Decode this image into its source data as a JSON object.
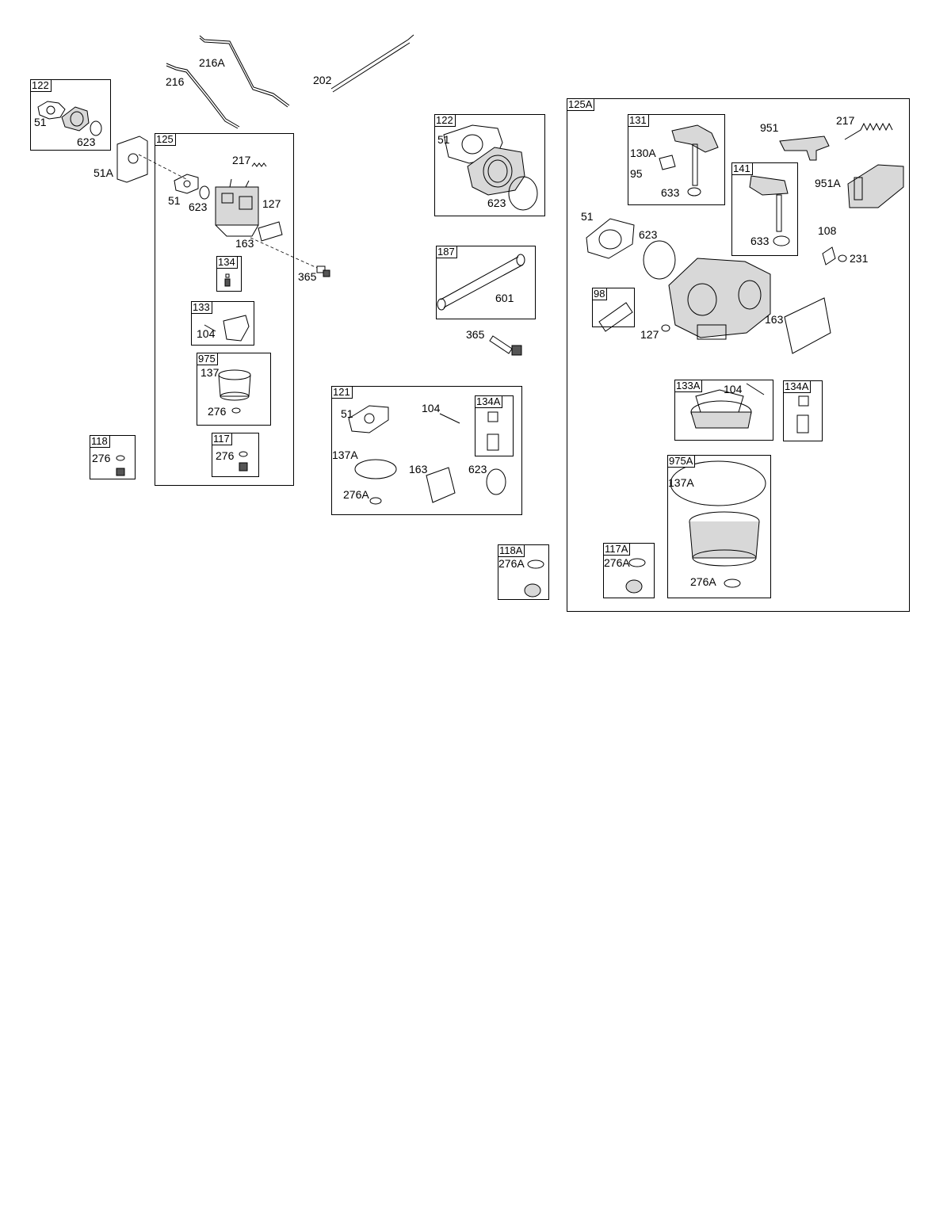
{
  "boxes": {
    "g122_left": "122",
    "g125": "125",
    "g134": "134",
    "g133": "133",
    "g975": "975",
    "g118": "118",
    "g117": "117",
    "g122_mid": "122",
    "g187": "187",
    "g121": "121",
    "g134a_mid": "134A",
    "g118a": "118A",
    "g117a": "117A",
    "g125a": "125A",
    "g131": "131",
    "g141": "141",
    "g98": "98",
    "g133a": "133A",
    "g134a_right": "134A",
    "g975a": "975A"
  },
  "callouts": {
    "c216a": "216A",
    "c216": "216",
    "c202": "202",
    "c51_l": "51",
    "c623_l": "623",
    "c51a": "51A",
    "c217_l": "217",
    "c51_125": "51",
    "c623_125": "623",
    "c127_125": "127",
    "c163_125": "163",
    "c365_l": "365",
    "c104_133": "104",
    "c137_975": "137",
    "c276_975": "276",
    "c276_118": "276",
    "c276_117": "276",
    "c51_122m": "51",
    "c623_122m": "623",
    "c601": "601",
    "c365_m": "365",
    "c51_121": "51",
    "c104_121": "104",
    "c137a_121": "137A",
    "c276a_121": "276A",
    "c163_121": "163",
    "c623_121": "623",
    "c276a_118a": "276A",
    "c276a_117a": "276A",
    "c130a": "130A",
    "c95": "95",
    "c633_131": "633",
    "c951": "951",
    "c217_r": "217",
    "c951a": "951A",
    "c633_141": "633",
    "c51_r": "51",
    "c623_r": "623",
    "c108": "108",
    "c231": "231",
    "c127_r": "127",
    "c163_r": "163",
    "c104_133a": "104",
    "c137a_975a": "137A",
    "c276a_975a": "276A"
  }
}
